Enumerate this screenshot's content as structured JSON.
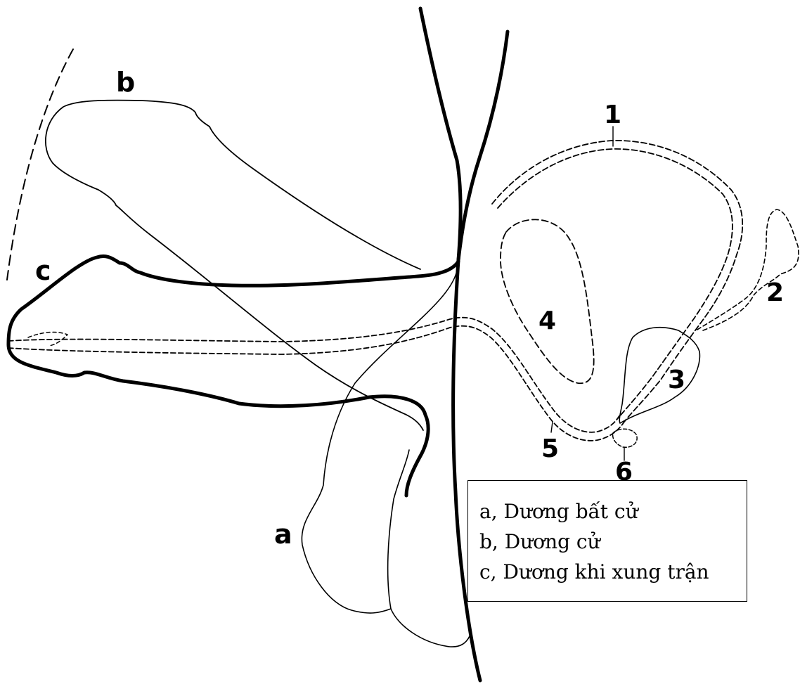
{
  "diagram": {
    "labels": {
      "a": "a",
      "b": "b",
      "c": "c",
      "n1": "1",
      "n2": "2",
      "n3": "3",
      "n4": "4",
      "n5": "5",
      "n6": "6"
    }
  },
  "legend": {
    "items": [
      "a, Dương bất cử",
      "b, Dương cử",
      "c, Dương khi xung trận"
    ]
  }
}
